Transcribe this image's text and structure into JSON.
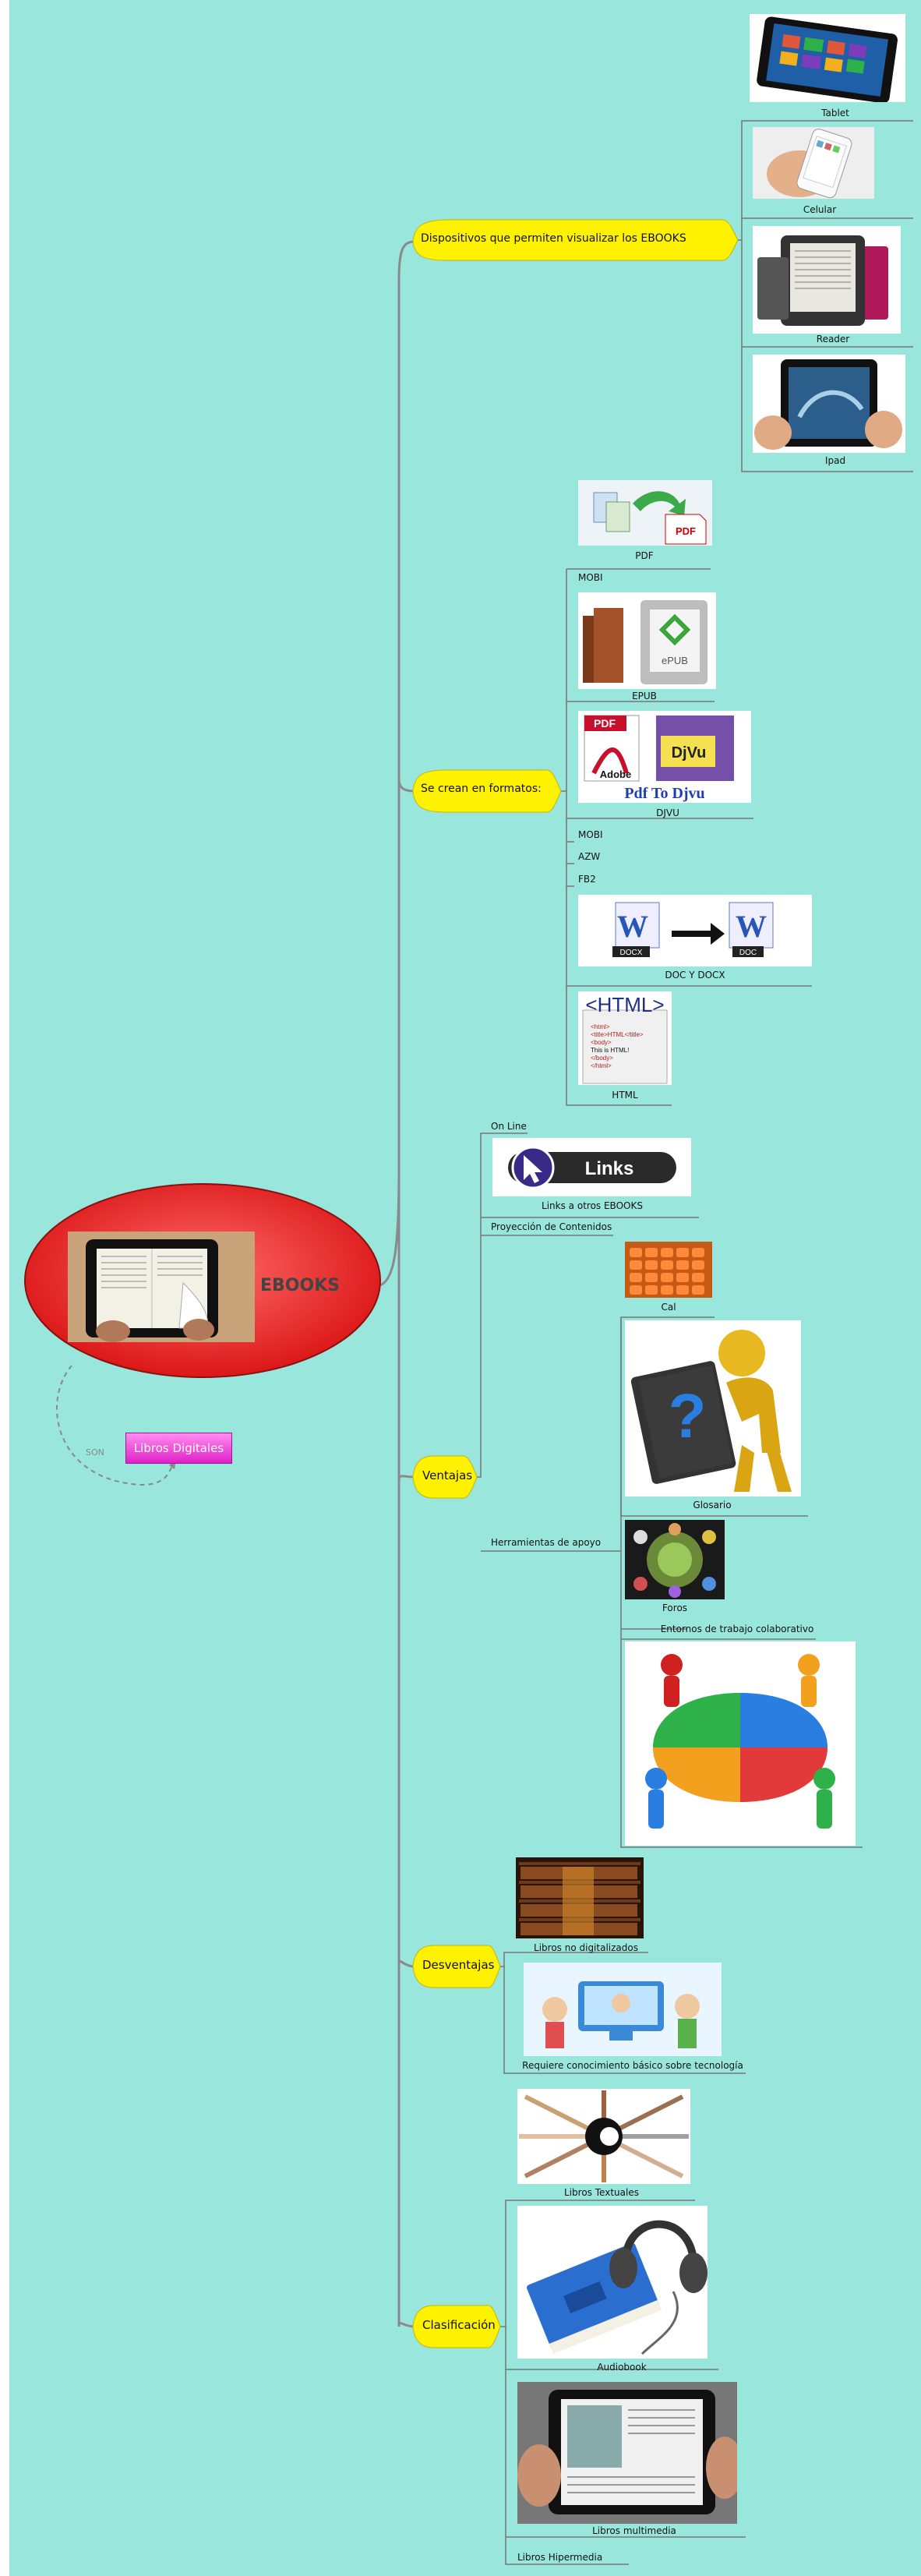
{
  "root": {
    "title": "EBOOKS"
  },
  "floating": {
    "label": "Libros Digitales",
    "relation": "SON"
  },
  "branches": {
    "dispositivos": {
      "title": "Dispositivos que permiten visualizar los EBOOKS",
      "items": [
        "Tablet",
        "Celular",
        "Reader",
        "Ipad"
      ]
    },
    "formatos": {
      "title": "Se crean en formatos:",
      "items": [
        "PDF",
        "MOBI",
        "EPUB",
        "DJVU",
        "MOBI",
        "AZW",
        "FB2",
        "DOC Y DOCX",
        "HTML"
      ]
    },
    "ventajas": {
      "title": "Ventajas",
      "items": [
        "On Line",
        "Links a otros EBOOKS",
        "Proyección de Contenidos",
        "Herramientas de apoyo",
        "Cal",
        "Glosario",
        "Foros",
        "Entornos de trabajo colaborativo"
      ]
    },
    "desventajas": {
      "title": "Desventajas",
      "items": [
        "Libros no digitalizados",
        "Requiere conocimiento básico sobre tecnología"
      ]
    },
    "clasificacion": {
      "title": "Clasificación",
      "items": [
        "Libros Textuales",
        "Audiobook",
        "Libros multimedia",
        "Libros Hipermedia"
      ]
    }
  },
  "images": {
    "links_button": "Links",
    "pdf_badge": "PDF",
    "epub_text": "ePUB",
    "adobe_text": "Adobe",
    "djvu_text": "DjVu",
    "pdf_to_djvu": "Pdf To Djvu",
    "docx_text": "DOCX",
    "doc_text": "DOC",
    "html_title": "<HTML>",
    "html_lines": [
      "<html>",
      "<title>HTML</title>",
      "<body>",
      "This is HTML!",
      "</body>",
      "</html>"
    ]
  },
  "colors": {
    "background": "#99e6dd",
    "root_fill": "#e62020",
    "branch_fill": "#fff200",
    "floating_fill": "#ff4fd8",
    "connector": "#8a8a8a"
  }
}
